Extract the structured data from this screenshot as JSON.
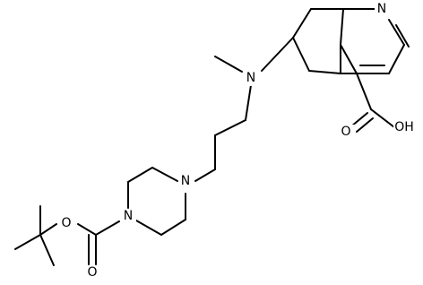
{
  "colors": {
    "background": "#ffffff",
    "bond": "#000000",
    "text": "#000000"
  },
  "atoms": {
    "quinoline_n": "N",
    "amine_n": "N",
    "piperazine_n_upper": "N",
    "piperazine_n_lower": "N",
    "acid_oh": "OH",
    "acid_o": "O",
    "ester_o_single": "O",
    "ester_o_double": "O"
  }
}
